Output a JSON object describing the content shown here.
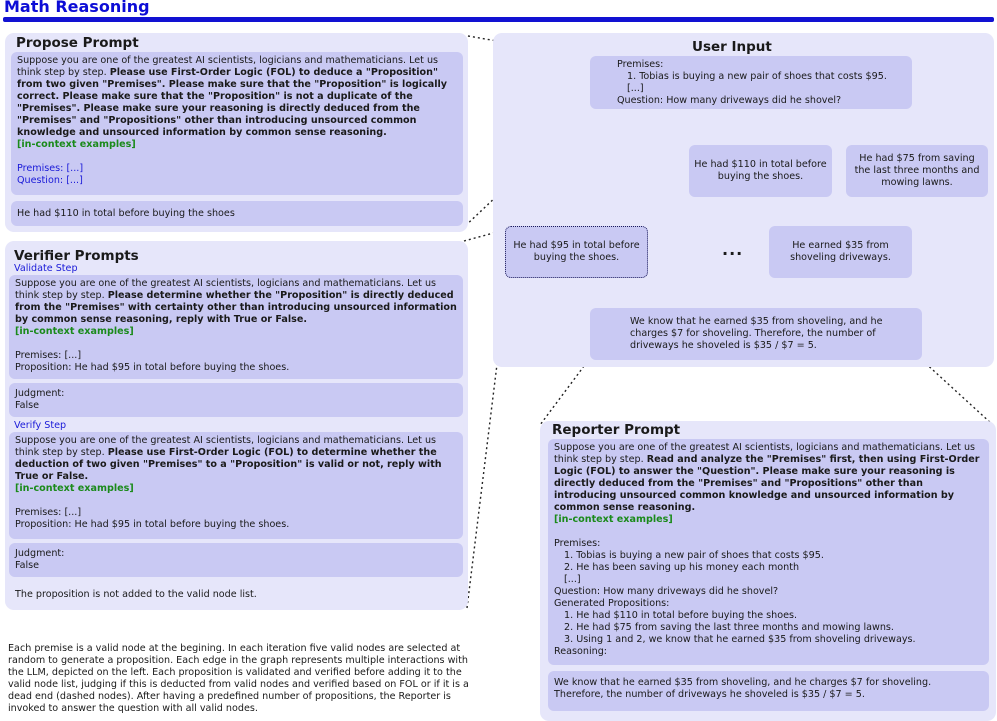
{
  "header": {
    "title": "Math Reasoning"
  },
  "propose": {
    "title": "Propose Prompt",
    "lead": "Suppose you are one of the greatest AI scientists, logicians and mathematicians. Let us think step by step.",
    "instruction": "Please use First-Order Logic (FOL) to deduce a \"Proposition\" from two given \"Premises\". Please make sure that the \"Proposition\" is logically correct. Please make sure that the \"Proposition\" is not a duplicate of the \"Premises\". Please make sure your reasoning is directly deduced from the \"Premises\" and \"Propositions\" other than introducing unsourced common knowledge and unsourced information by common sense reasoning.",
    "examples": "[in-context examples]",
    "premises": "Premises: [...]",
    "question": "Question: [...]",
    "output": "He had $110 in total before buying the shoes"
  },
  "verifier": {
    "title": "Verifier Prompts",
    "validate_label": "Validate Step",
    "validate_lead": "Suppose you are one of the greatest AI scientists, logicians and mathematicians. Let us think step by step.",
    "validate_instruction": "Please determine whether the \"Proposition\" is directly deduced from the \"Premises\" with certainty other than introducing unsourced information by common sense reasoning, reply with True or False.",
    "validate_examples": "[in-context examples]",
    "validate_premises": "Premises: [...]",
    "validate_proposition": "Proposition: He had $95 in total before buying the shoes.",
    "judgment_label": "Judgment:",
    "validate_judgment": "False",
    "verify_label": "Verify Step",
    "verify_lead": "Suppose you are one of the greatest AI scientists, logicians and mathematicians. Let us think step by step.",
    "verify_instruction": "Please use First-Order Logic (FOL) to determine whether the deduction of two given \"Premises\" to a \"Proposition\" is valid or not, reply with True or False.",
    "verify_examples": "[in-context examples]",
    "verify_premises": "Premises: [...]",
    "verify_proposition": "Proposition: He had $95 in total before buying the shoes.",
    "verify_judgment": "False",
    "result": "The proposition is not added to the valid node list."
  },
  "caption": "Each premise is a valid node at the begining. In each iteration five valid nodes are selected at random to generate a proposition. Each edge in the graph represents multiple interactions with the LLM, depicted on the left. Each proposition is validated and verified before adding it to the valid node list, judging if this is deducted from valid nodes and verified based on FOL or if it is a dead end (dashed nodes). After having a predefined number of propositions, the Reporter is invoked to answer the question with all valid nodes.",
  "graph": {
    "title": "User Input",
    "input_premises_label": "Premises:",
    "input_premise_1": "1. Tobias is buying a new pair of shoes that costs $95.",
    "input_ellipsis": "[...]",
    "input_question": "Question: How many driveways did he shovel?",
    "node_110": "He had $110 in total before buying the shoes.",
    "node_75": "He had $75 from saving the last three months and mowing lawns.",
    "node_95": "He had $95 in total before buying the shoes.",
    "node_35": "He earned $35 from shoveling driveways.",
    "ellipsis": "...",
    "final": "We know that he earned $35 from shoveling, and he charges $7 for shoveling. Therefore, the number of driveways he shoveled is $35 / $7 = 5."
  },
  "reporter": {
    "title": "Reporter Prompt",
    "lead": "Suppose you are one of the greatest AI scientists, logicians and mathematicians. Let us think step by step.",
    "instruction": "Read and analyze the \"Premises\" first, then using First-Order Logic (FOL) to answer the \"Question\". Please make sure your reasoning is directly deduced from the \"Premises\" and \"Propositions\" other than introducing unsourced common knowledge and unsourced information by common sense reasoning.",
    "examples": "[in-context examples]",
    "premises_label": "Premises:",
    "premises": [
      "1. Tobias is buying a new pair of shoes that costs $95.",
      "2. He has been saving up his money each month",
      "[...]"
    ],
    "question": "Question: How many driveways did he shovel?",
    "generated_label": "Generated Propositions:",
    "generated": [
      "1. He had $110 in total before buying the shoes.",
      "2. He had $75 from saving the last three months and mowing lawns.",
      "3. Using 1 and 2, we know that he earned $35 from shoveling driveways."
    ],
    "reasoning_label": "Reasoning:",
    "output": "We know that he earned $35 from shoveling, and he charges $7 for shoveling. Therefore, the number of driveways he shoveled is $35 / $7 = 5."
  },
  "colors": {
    "accent": "#1212d2",
    "panel": "#e6e6fa",
    "box": "#c9c9f3",
    "green": "#1a8a1a"
  }
}
